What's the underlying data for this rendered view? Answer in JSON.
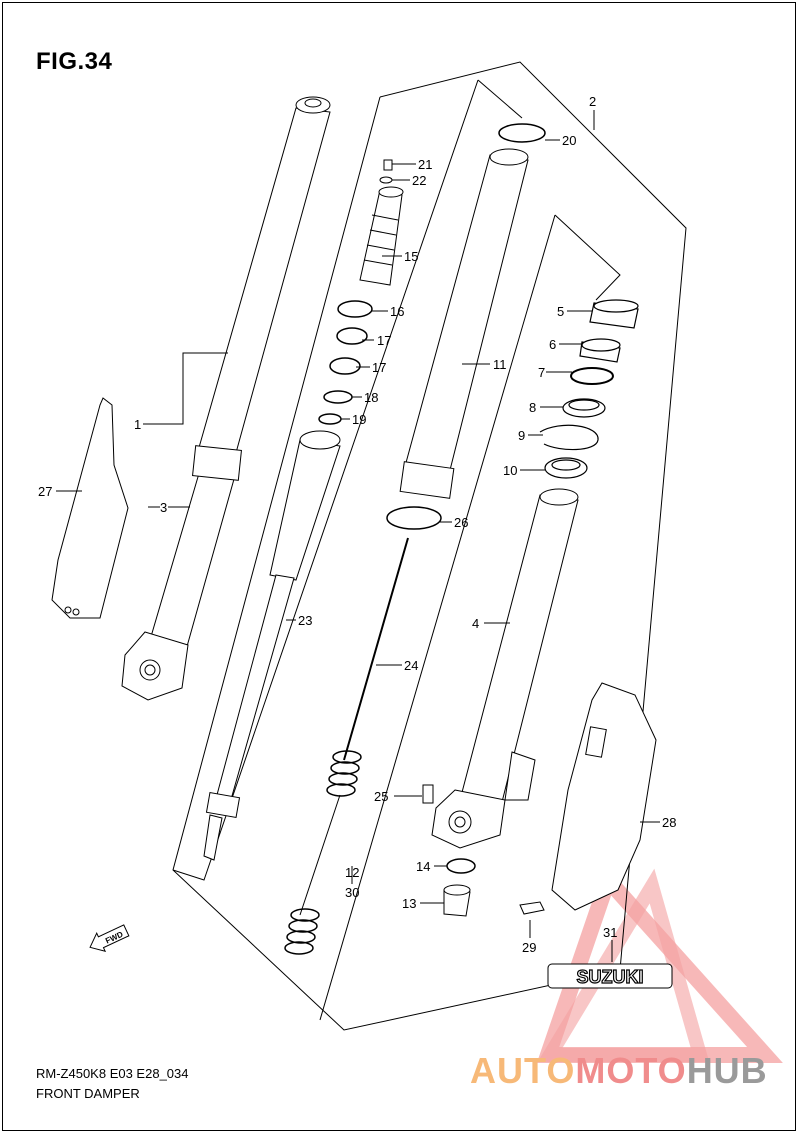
{
  "figure": {
    "title": "FIG.34",
    "model_code": "RM-Z450K8 E03 E28_034",
    "section_name": "FRONT DAMPER"
  },
  "callouts": {
    "c1": "1",
    "c2": "2",
    "c3": "3",
    "c4": "4",
    "c5": "5",
    "c6": "6",
    "c7": "7",
    "c8": "8",
    "c9": "9",
    "c10": "10",
    "c11": "11",
    "c12": "12",
    "c13": "13",
    "c14": "14",
    "c15": "15",
    "c16": "16",
    "c17a": "17",
    "c17b": "17",
    "c18": "18",
    "c19": "19",
    "c20": "20",
    "c21": "21",
    "c22": "22",
    "c23": "23",
    "c24": "24",
    "c25": "25",
    "c26": "26",
    "c27": "27",
    "c28": "28",
    "c29": "29",
    "c30": "30",
    "c31": "31"
  },
  "badges": {
    "fwd": "FWD",
    "emblem": "SUZUKI"
  },
  "watermark": {
    "part1": "AUTO",
    "part2": "MOTO",
    "part3": "HUB"
  },
  "colors": {
    "line": "#000000",
    "watermark_orange": "#f7b978",
    "watermark_red": "#f08c8c",
    "watermark_gray": "#9a9a9a"
  }
}
